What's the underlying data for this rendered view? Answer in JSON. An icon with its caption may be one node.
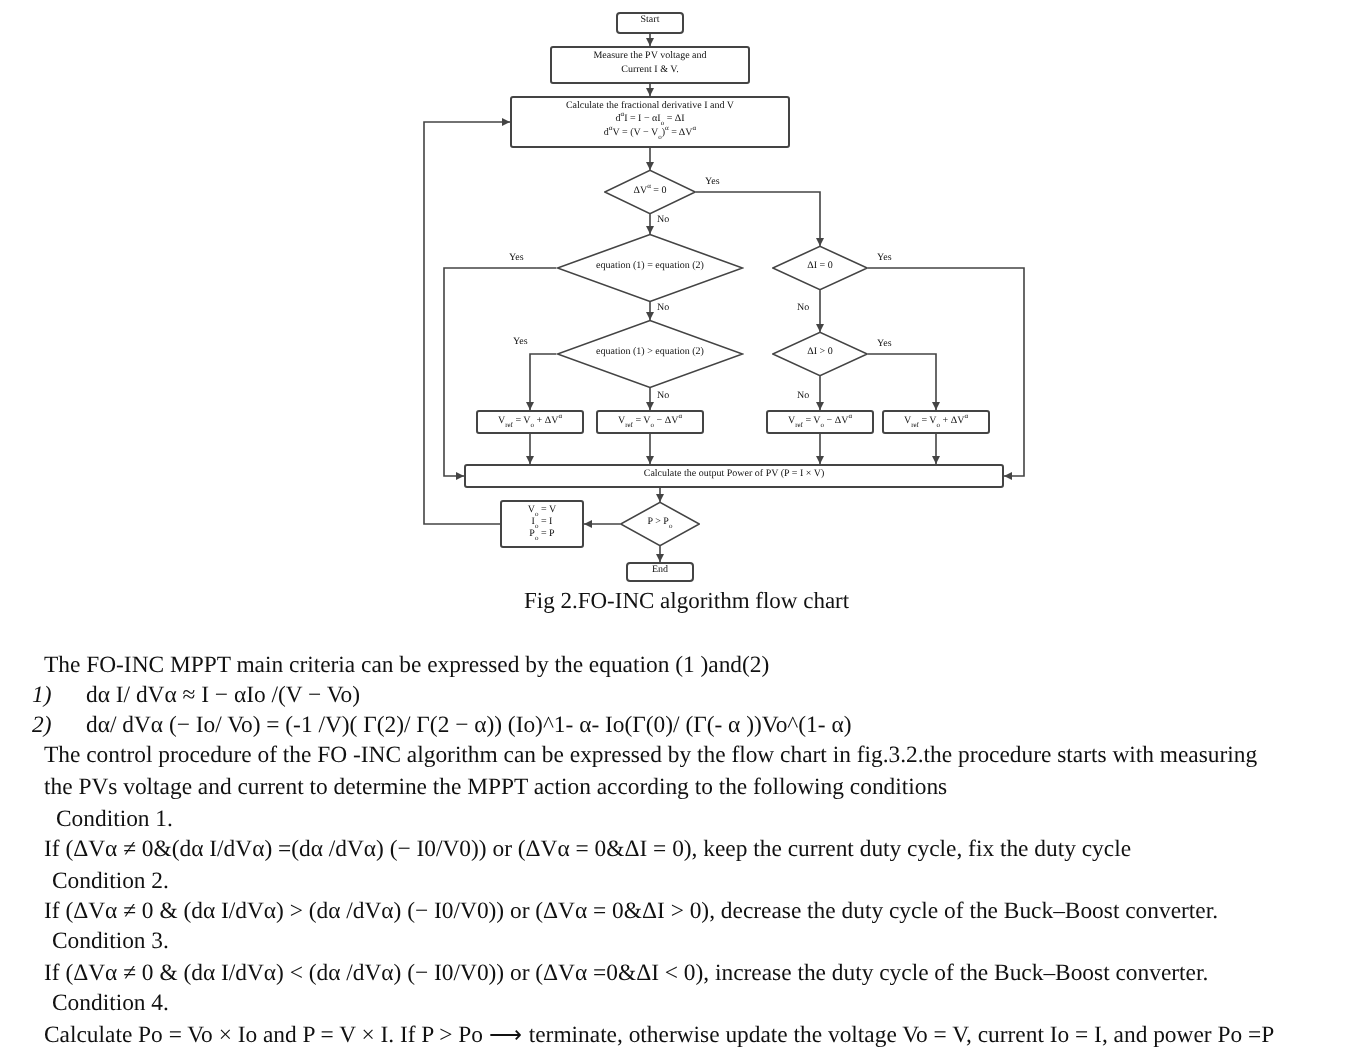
{
  "diagram": {
    "caption": "Fig 2.FO-INC algorithm flow chart",
    "nodes": [
      {
        "text": [
          "Start"
        ]
      },
      {
        "text": [
          "Measure the PV voltage and Current I & V."
        ]
      },
      {
        "text": [
          "Calculate the fractional derivative I and V",
          "d$^{α}$I = I − αI$_{o}$ = ΔI",
          "d$^{α}$V = (V − V$_{o}$)$^{α}$ = ΔV$^{α}$"
        ]
      },
      {
        "text": [
          "ΔV$^{α}$ = 0"
        ]
      },
      {
        "text": [
          "equation (1) = equation (2)"
        ]
      },
      {
        "text": [
          "ΔI = 0"
        ]
      },
      {
        "text": [
          "equation (1) > equation (2)"
        ]
      },
      {
        "text": [
          "ΔI > 0"
        ]
      },
      {
        "text": [
          "V$_{ref}$ = V$_{o}$ + ΔV$^{α}$"
        ]
      },
      {
        "text": [
          "V$_{ref}$ = V$_{o}$ − ΔV$^{α}$"
        ]
      },
      {
        "text": [
          "V$_{ref}$ = V$_{o}$ − ΔV$^{α}$"
        ]
      },
      {
        "text": [
          "V$_{ref}$ = V$_{o}$ + ΔV$^{α}$"
        ]
      },
      {
        "text": [
          "Calculate the output Power of PV (P = I × V)"
        ]
      },
      {
        "text": [
          "P > P$_{o}$"
        ]
      },
      {
        "text": [
          "V$_{o}$ = V",
          "I$_{o}$ = I",
          "P$_{o}$ = P"
        ]
      },
      {
        "text": [
          "End"
        ]
      }
    ],
    "edges": [
      {
        "from": 0,
        "to": 1,
        "arrow": "to"
      },
      {
        "from": 1,
        "to": 2,
        "arrow": "to"
      },
      {
        "from": 2,
        "to": 3,
        "arrow": "to"
      },
      {
        "from": 3,
        "to": 4,
        "arrow": "to",
        "label": "No"
      },
      {
        "from": 3,
        "to": 5,
        "arrow": "to",
        "label": "Yes"
      },
      {
        "from": 4,
        "to": 12,
        "arrow": "to",
        "label": "Yes"
      },
      {
        "from": 4,
        "to": 6,
        "arrow": "to",
        "label": "No"
      },
      {
        "from": 5,
        "to": 12,
        "arrow": "to",
        "label": "Yes"
      },
      {
        "from": 5,
        "to": 7,
        "arrow": "to",
        "label": "No"
      },
      {
        "from": 6,
        "to": 8,
        "arrow": "to",
        "label": "Yes"
      },
      {
        "from": 6,
        "to": 9,
        "arrow": "to",
        "label": "No"
      },
      {
        "from": 7,
        "to": 10,
        "arrow": "to",
        "label": "No"
      },
      {
        "from": 7,
        "to": 11,
        "arrow": "to",
        "label": "Yes"
      },
      {
        "from": 8,
        "to": 12,
        "arrow": "to"
      },
      {
        "from": 9,
        "to": 12,
        "arrow": "to"
      },
      {
        "from": 10,
        "to": 12,
        "arrow": "to"
      },
      {
        "from": 11,
        "to": 12,
        "arrow": "to"
      },
      {
        "from": 12,
        "to": 13,
        "arrow": "to"
      },
      {
        "from": 13,
        "to": 14,
        "arrow": "to"
      },
      {
        "from": 14,
        "to": 2,
        "arrow": "to"
      },
      {
        "from": 13,
        "to": 15,
        "arrow": "to"
      }
    ],
    "labels": [
      "The FO-INC MPPT main criteria can be expressed by the equation (1 )and(2)",
      "1)",
      "dα I/ dVα ≈ I − αIo /(V − Vo)",
      "2)",
      "dα/ dVα (− Io/ Vo) = (-1 /V)( Γ(2)/ Γ(2 − α)) (Io)^1- α- Io(Γ(0)/ (Γ(- α ))Vo^(1- α)",
      "The control procedure of the FO -INC algorithm can be expressed by the flow chart in fig.3.2.the procedure starts with measuring the PVs voltage and current to determine the MPPT action according to the following conditions",
      "Condition 1.",
      "If (ΔVα ≠ 0&(dα I/dVα) =(dα /dVα) (− I0/V0)) or (ΔVα = 0&ΔI = 0), keep the current duty cycle, fix the duty cycle",
      "Condition 2.",
      "If (ΔVα ≠ 0 & (dα I/dVα) > (dα /dVα) (− I0/V0)) or (ΔVα = 0&ΔI > 0), decrease the duty cycle of the Buck–Boost converter.",
      "Condition 3.",
      "If (ΔVα ≠ 0 & (dα I/dVα) < (dα /dVα) (− I0/V0)) or (ΔVα =0&ΔI < 0), increase the duty cycle of the Buck–Boost converter.",
      "Condition 4.",
      "Calculate Po = Vo × Io and P = V × I. If P > Po ⟶ terminate, otherwise update the voltage Vo = V, current Io = I, and power Po =P"
    ]
  }
}
